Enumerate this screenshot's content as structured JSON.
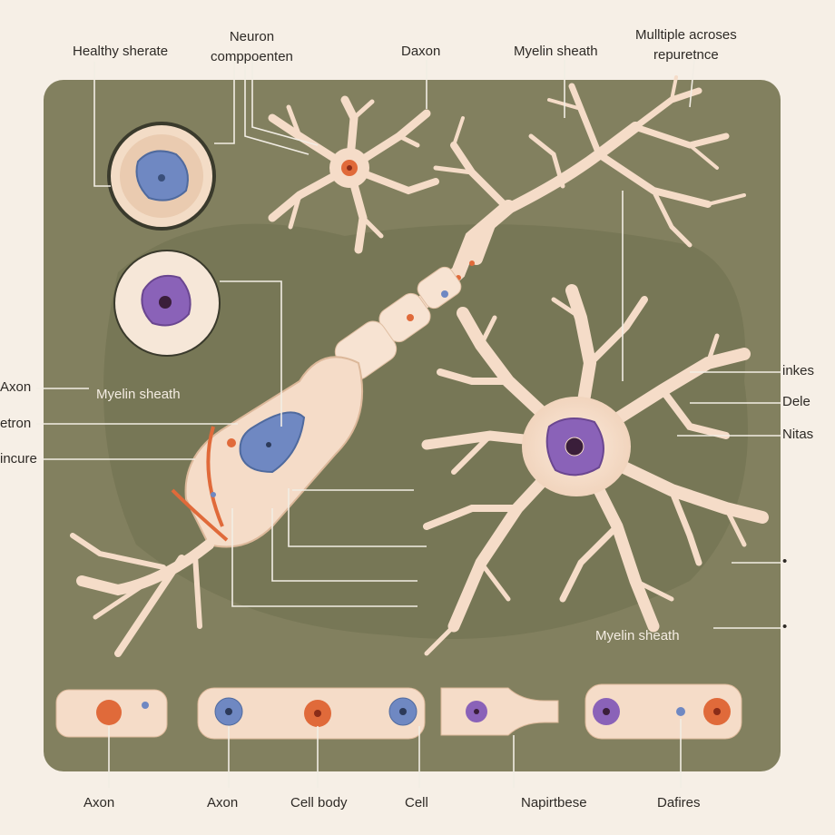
{
  "top_labels": {
    "healthy_sherate": "Healthy sherate",
    "neuron_components": "Neuron\ncomppoenten",
    "daxon": "Daxon",
    "myelin_sheath_top": "Myelin sheath",
    "multiple_across": "Mulltiple acroses\nrepuretnce"
  },
  "left_labels": {
    "axon": "Axon",
    "myelin_sheath_inner": "Myelin sheath",
    "etron": "etron",
    "incure": "incure"
  },
  "right_labels": {
    "inkes": "inkes",
    "dele": "Dele",
    "nitas": "Nitas",
    "dot1": "•",
    "dot2": "•",
    "myelin_sheath_lower": "Myelin sheath"
  },
  "bottom_labels": {
    "axon1": "Axon",
    "axon2": "Axon",
    "cell_body": "Cell body",
    "cell": "Cell",
    "napirtbese": "Napirtbese",
    "dafires": "Dafires"
  },
  "colors": {
    "panel": "#7f7b5d",
    "panel_dark": "#6a6a4e",
    "neuron": "#f5dcc8",
    "neuron_edge": "#d9b59a",
    "nucleus_purple": "#8a62b8",
    "nucleus_blue": "#6f88c2",
    "nucleus_orange": "#e06a3a",
    "line": "#f2ede4"
  }
}
